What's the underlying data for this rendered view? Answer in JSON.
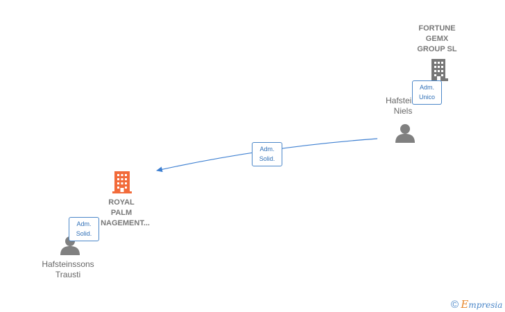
{
  "colors": {
    "edge": "#3d7fd1",
    "person": "#808080",
    "company": "#777777",
    "highlight": "#f26b3a"
  },
  "nodes": {
    "fortune": {
      "lines": [
        "FORTUNE",
        "GEMX",
        "GROUP SL"
      ],
      "icon": "building-icon"
    },
    "niels": {
      "lines": [
        "Hafsteins",
        "Niels"
      ],
      "icon": "person-icon"
    },
    "royal": {
      "lines": [
        "ROYAL",
        "PALM",
        "NAGEMENT..."
      ],
      "icon": "building-icon"
    },
    "trausti": {
      "lines": [
        "Hafsteinssons",
        "Trausti"
      ],
      "icon": "person-icon"
    }
  },
  "edges": {
    "niels_fortune": {
      "lines": [
        "Adm.",
        "Unico"
      ]
    },
    "niels_royal": {
      "lines": [
        "Adm.",
        "Solid."
      ]
    },
    "trausti_royal": {
      "lines": [
        "Adm.",
        "Solid."
      ]
    }
  },
  "brand": {
    "copyright": "©",
    "e": "E",
    "rest": "mpresia"
  }
}
